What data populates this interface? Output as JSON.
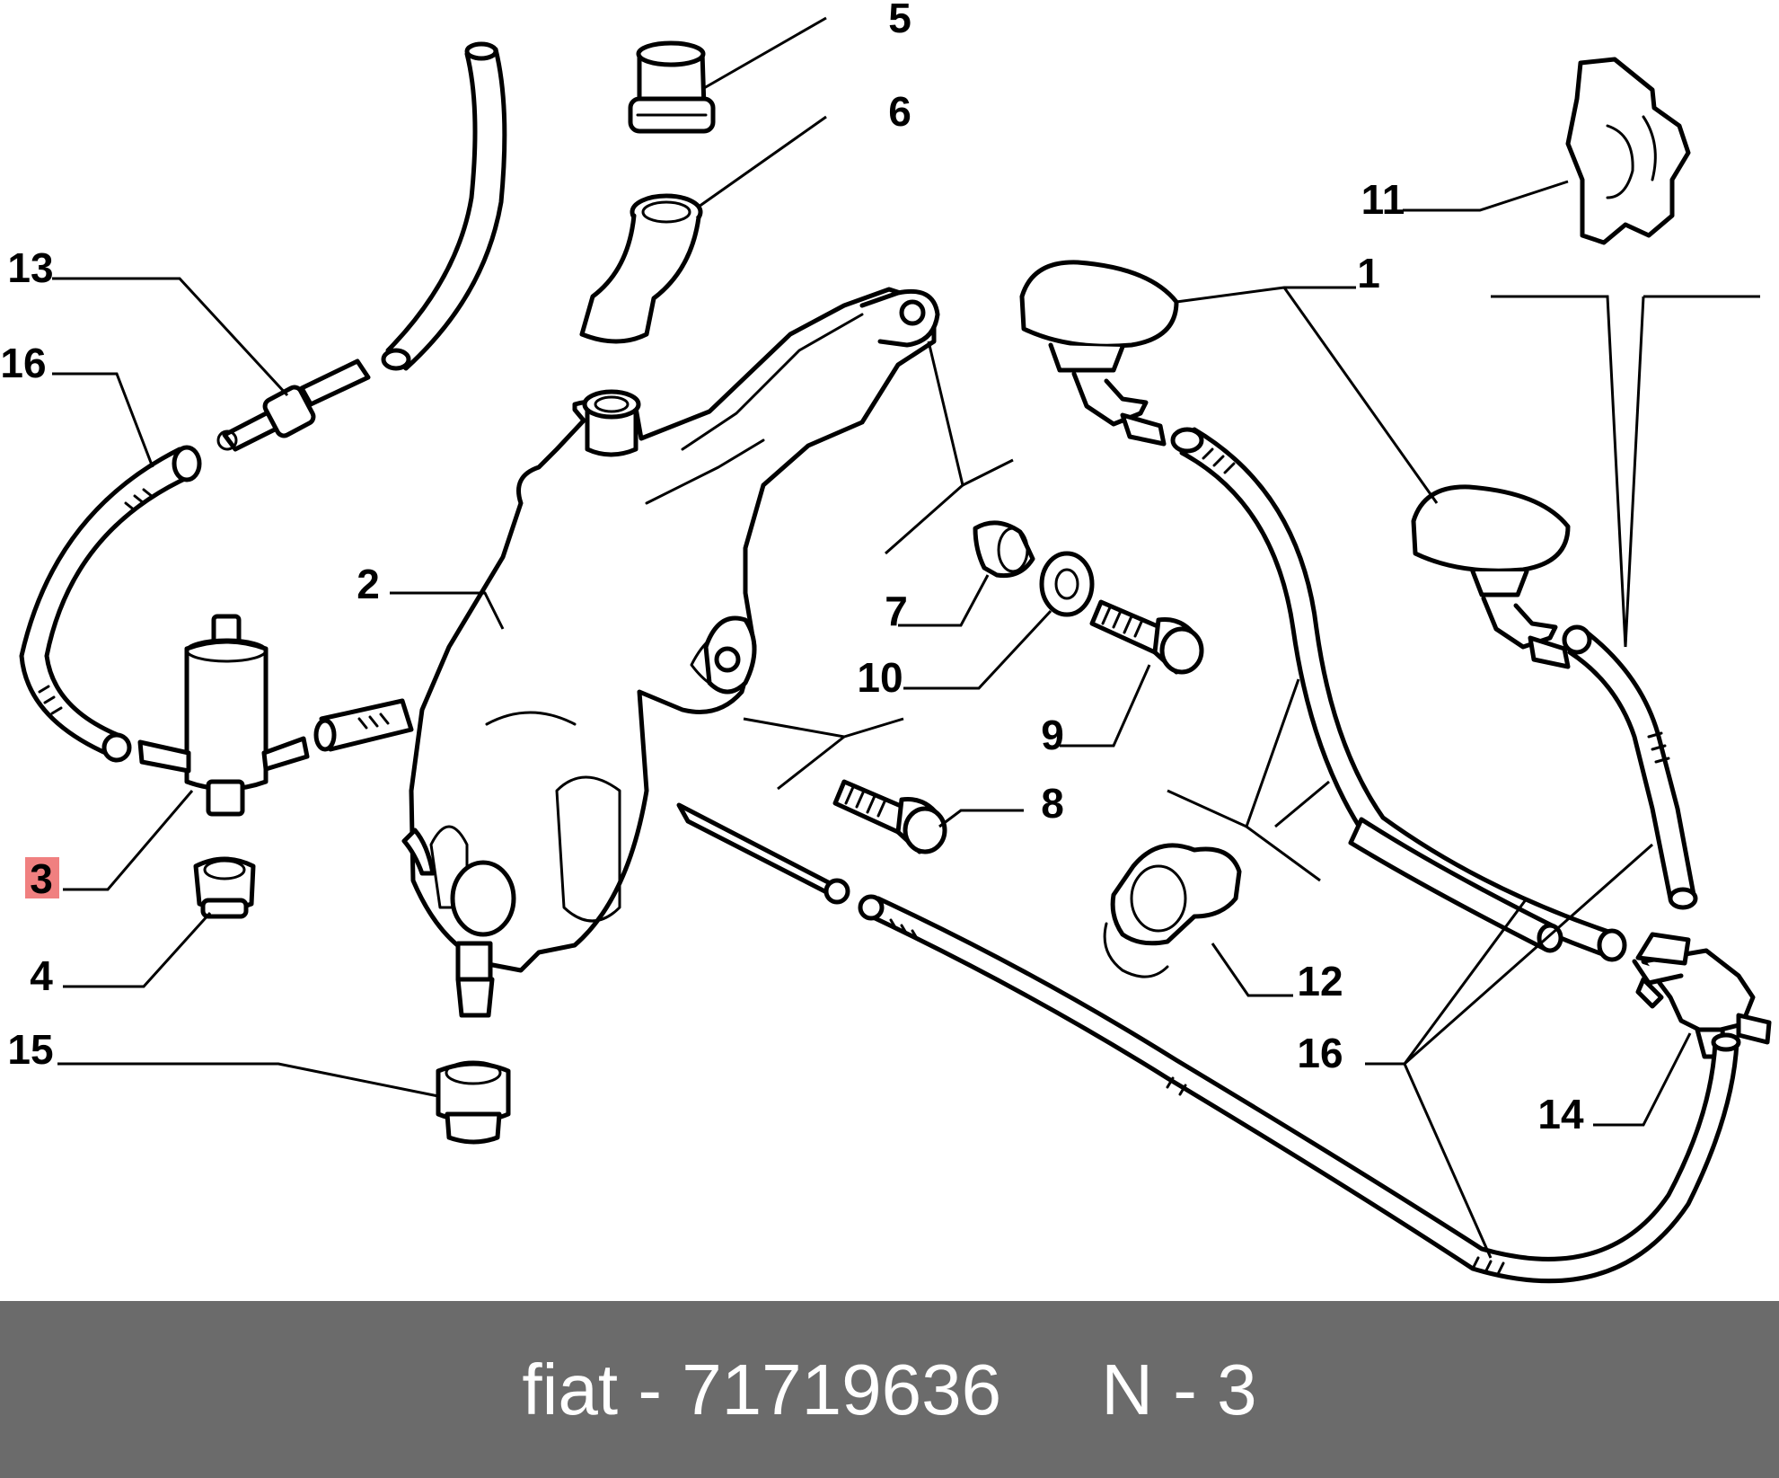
{
  "diagram": {
    "callouts": {
      "c1": "1",
      "c2": "2",
      "c3": "3",
      "c4": "4",
      "c5": "5",
      "c6": "6",
      "c7": "7",
      "c8": "8",
      "c9": "9",
      "c10": "10",
      "c11": "11",
      "c12": "12",
      "c13": "13",
      "c14": "14",
      "c15": "15",
      "c16a": "16",
      "c16b": "16"
    },
    "highlighted_callout": "3",
    "highlight_color": "#f08080",
    "line_color": "#000000"
  },
  "caption": {
    "text": "fiat - 71719636     N - 3",
    "background_color": "#6b6b6b",
    "text_color": "#ffffff"
  }
}
